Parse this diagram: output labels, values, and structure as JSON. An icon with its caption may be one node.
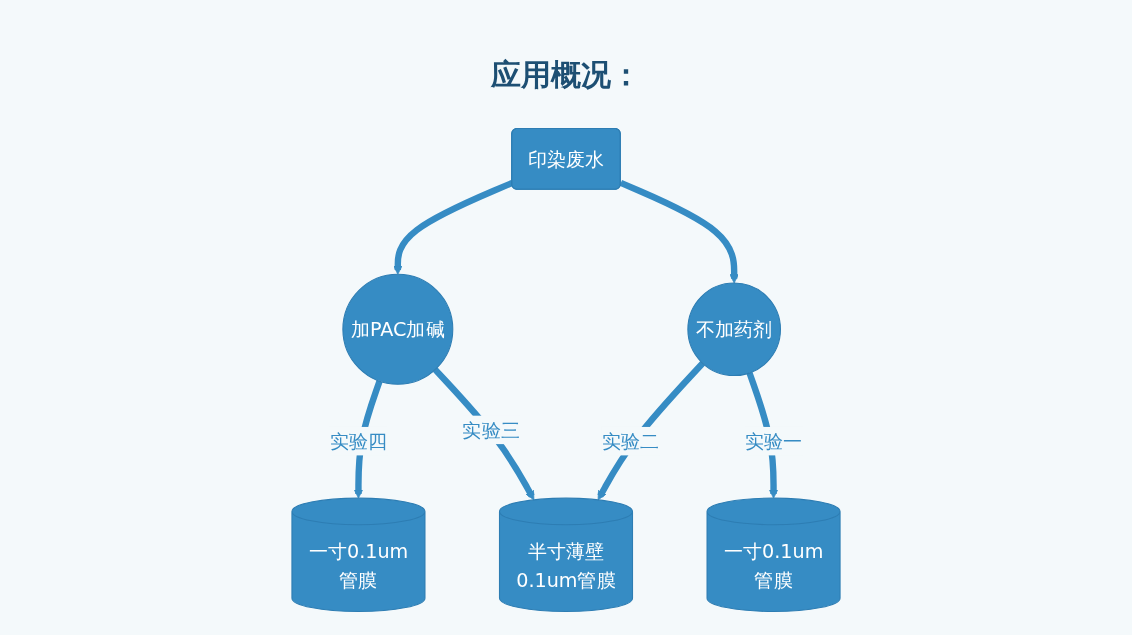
{
  "diagram": {
    "title": "应用概况：",
    "nodes": [
      {
        "text": [
          "印染废水"
        ]
      },
      {
        "text": [
          "加PAC加碱"
        ]
      },
      {
        "text": [
          "不加药剂"
        ]
      },
      {
        "text": [
          "一寸0.1um管膜"
        ]
      },
      {
        "text": [
          "半寸薄壁0.1um管膜"
        ]
      },
      {
        "text": [
          "一寸0.1um管膜"
        ]
      }
    ],
    "edges": [
      {
        "from": 0,
        "to": 1,
        "arrow": "to"
      },
      {
        "from": 0,
        "to": 2,
        "arrow": "to"
      },
      {
        "from": 1,
        "to": 3,
        "arrow": "to",
        "label": "实验四"
      },
      {
        "from": 1,
        "to": 4,
        "arrow": "to",
        "label": "实验三"
      },
      {
        "from": 2,
        "to": 4,
        "arrow": "to",
        "label": "实验二"
      },
      {
        "from": 2,
        "to": 5,
        "arrow": "to",
        "label": "实验一"
      }
    ]
  }
}
